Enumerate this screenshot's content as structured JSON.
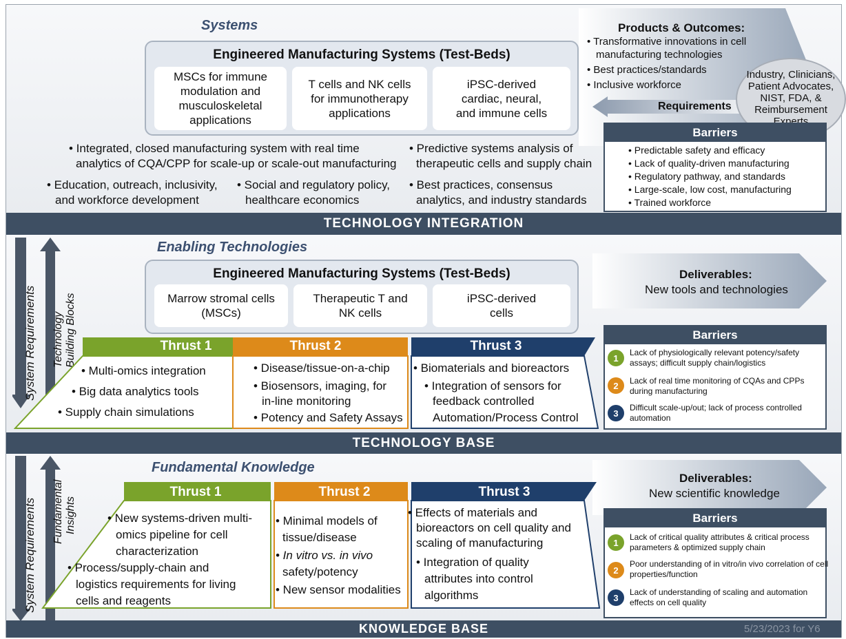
{
  "systems": {
    "heading": "Systems",
    "ems_title": "Engineered Manufacturing Systems (Test-Beds)",
    "cards": [
      [
        "MSCs for immune",
        "modulation and",
        "musculoskeletal",
        "applications"
      ],
      [
        "T cells and NK cells",
        "for immunotherapy",
        "applications"
      ],
      [
        "iPSC-derived",
        "cardiac, neural,",
        "and immune cells"
      ]
    ],
    "bullets": [
      "• Integrated, closed manufacturing system with real time",
      "analytics of CQA/CPP for scale-up or scale-out manufacturing",
      "• Predictive systems analysis of",
      "therapeutic cells and supply chain",
      "• Education, outreach, inclusivity,",
      "and workforce development",
      "• Social and regulatory policy,",
      "healthcare economics",
      "• Best practices, consensus",
      "analytics, and industry standards"
    ],
    "products_title": "Products & Outcomes:",
    "products": [
      "• Transformative innovations in cell",
      "manufacturing technologies",
      "• Best practices/standards",
      "• Inclusive workforce"
    ],
    "requirements": "Requirements",
    "ellipse": [
      "Industry, Clinicians,",
      "Patient Advocates,",
      "NIST, FDA, &",
      "Reimbursement",
      "Experts"
    ],
    "barriers_title": "Barriers",
    "barriers": [
      "• Predictable safety and efficacy",
      "• Lack of quality-driven manufacturing",
      "• Regulatory pathway, and standards",
      "• Large-scale, low cost, manufacturing",
      "• Trained workforce"
    ]
  },
  "bars": {
    "tech_integration": "TECHNOLOGY INTEGRATION",
    "tech_base": "TECHNOLOGY BASE",
    "knowledge_base": "KNOWLEDGE BASE",
    "date": "5/23/2023 for Y6"
  },
  "enabling": {
    "heading": "Enabling Technologies",
    "ems_title": "Engineered Manufacturing Systems (Test-Beds)",
    "cards": [
      [
        "Marrow stromal cells",
        "(MSCs)"
      ],
      [
        "Therapeutic T and",
        "NK cells"
      ],
      [
        "iPSC-derived",
        "cells"
      ]
    ],
    "left_arrow_down": "System Requirements",
    "left_arrow_up": [
      "Technology",
      "Building Blocks"
    ],
    "deliverables_title": "Deliverables:",
    "deliverables": "New tools and technologies",
    "thrusts": [
      {
        "title": "Thrust 1",
        "lines": [
          "• Multi-omics integration",
          "• Big data analytics tools",
          "• Supply chain simulations"
        ]
      },
      {
        "title": "Thrust 2",
        "lines": [
          "• Disease/tissue-on-a-chip",
          "• Biosensors, imaging, for",
          "in-line monitoring",
          "• Potency and Safety Assays"
        ]
      },
      {
        "title": "Thrust 3",
        "lines": [
          "• Biomaterials and bioreactors",
          "• Integration of sensors for",
          "feedback controlled",
          "Automation/Process Control"
        ]
      }
    ],
    "barriers_title": "Barriers",
    "barriers": [
      {
        "num": "1",
        "text": "Lack of physiologically relevant potency/safety assays; difficult supply chain/logistics"
      },
      {
        "num": "2",
        "text": "Lack of real time monitoring of CQAs and CPPs during manufacturing"
      },
      {
        "num": "3",
        "text": "Difficult scale-up/out; lack of process controlled automation"
      }
    ]
  },
  "fundamental": {
    "heading": "Fundamental Knowledge",
    "left_arrow_down": "System Requirements",
    "left_arrow_up": [
      "Fundamental",
      "Insights"
    ],
    "deliverables_title": "Deliverables:",
    "deliverables": "New scientific knowledge",
    "thrusts": [
      {
        "title": "Thrust 1",
        "lines": [
          "• New systems-driven multi-",
          "omics pipeline for cell",
          "characterization",
          "• Process/supply-chain and",
          "logistics requirements for living",
          "cells and reagents"
        ]
      },
      {
        "title": "Thrust 2",
        "lines": [
          "• Minimal models of",
          "tissue/disease",
          "• In vitro vs. in vivo",
          "safety/potency",
          "• New sensor modalities"
        ]
      },
      {
        "title": "Thrust 3",
        "lines": [
          "• Effects of materials and",
          "bioreactors on cell quality and",
          "scaling of manufacturing",
          "• Integration of quality",
          "attributes into control",
          "algorithms"
        ]
      }
    ],
    "barriers_title": "Barriers",
    "barriers": [
      {
        "num": "1",
        "text": "Lack of critical quality attributes & critical process parameters & optimized supply chain"
      },
      {
        "num": "2",
        "text": "Poor understanding of in vitro/in vivo correlation of cell properties/function"
      },
      {
        "num": "3",
        "text": "Lack of understanding of scaling and automation effects on cell quality"
      }
    ]
  },
  "colors": {
    "green": "#7aa32b",
    "orange": "#dd8a1a",
    "navy": "#1f3f6b",
    "bar": "#3e4f63"
  }
}
